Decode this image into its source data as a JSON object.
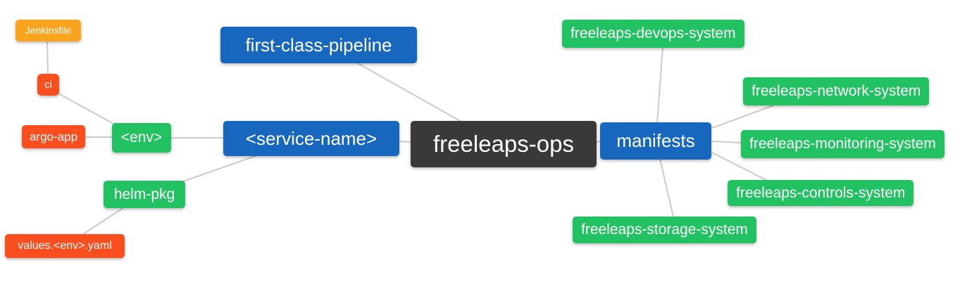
{
  "diagram": {
    "type": "mindmap",
    "background": "#ffffff",
    "colors": {
      "blue": "#1767be",
      "green": "#22c263",
      "orange": "#f9a41f",
      "red": "#fa4e1e",
      "dark": "#3b3839",
      "edge": "#cbcbcb",
      "text": "#ffffff"
    },
    "nodes": {
      "jenkinsfile": {
        "label": "Jenkinsfile",
        "color": "orange"
      },
      "ci": {
        "label": "ci",
        "color": "red"
      },
      "argo_app": {
        "label": "argo-app",
        "color": "red"
      },
      "env": {
        "label": "<env>",
        "color": "green"
      },
      "helm_pkg": {
        "label": "helm-pkg",
        "color": "green"
      },
      "values_env_yaml": {
        "label": "values.<env>.yaml",
        "color": "red"
      },
      "first_class_pipeline": {
        "label": "first-class-pipeline",
        "color": "blue"
      },
      "service_name": {
        "label": "<service-name>",
        "color": "blue"
      },
      "freeleaps_ops": {
        "label": "freeleaps-ops",
        "color": "dark"
      },
      "manifests": {
        "label": "manifests",
        "color": "blue"
      },
      "devops_system": {
        "label": "freeleaps-devops-system",
        "color": "green"
      },
      "network_system": {
        "label": "freeleaps-network-system",
        "color": "green"
      },
      "monitoring_system": {
        "label": "freeleaps-monitoring-system",
        "color": "green"
      },
      "controls_system": {
        "label": "freeleaps-controls-system",
        "color": "green"
      },
      "storage_system": {
        "label": "freeleaps-storage-system",
        "color": "green"
      }
    },
    "edges": [
      {
        "from": "Jenkinsfile",
        "to": "ci"
      },
      {
        "from": "ci",
        "to": "<env>"
      },
      {
        "from": "argo-app",
        "to": "<env>"
      },
      {
        "from": "<env>",
        "to": "<service-name>"
      },
      {
        "from": "helm-pkg",
        "to": "<service-name>"
      },
      {
        "from": "values.<env>.yaml",
        "to": "helm-pkg"
      },
      {
        "from": "first-class-pipeline",
        "to": "freeleaps-ops"
      },
      {
        "from": "<service-name>",
        "to": "freeleaps-ops"
      },
      {
        "from": "freeleaps-ops",
        "to": "manifests"
      },
      {
        "from": "manifests",
        "to": "freeleaps-devops-system"
      },
      {
        "from": "manifests",
        "to": "freeleaps-network-system"
      },
      {
        "from": "manifests",
        "to": "freeleaps-monitoring-system"
      },
      {
        "from": "manifests",
        "to": "freeleaps-controls-system"
      },
      {
        "from": "manifests",
        "to": "freeleaps-storage-system"
      }
    ]
  }
}
